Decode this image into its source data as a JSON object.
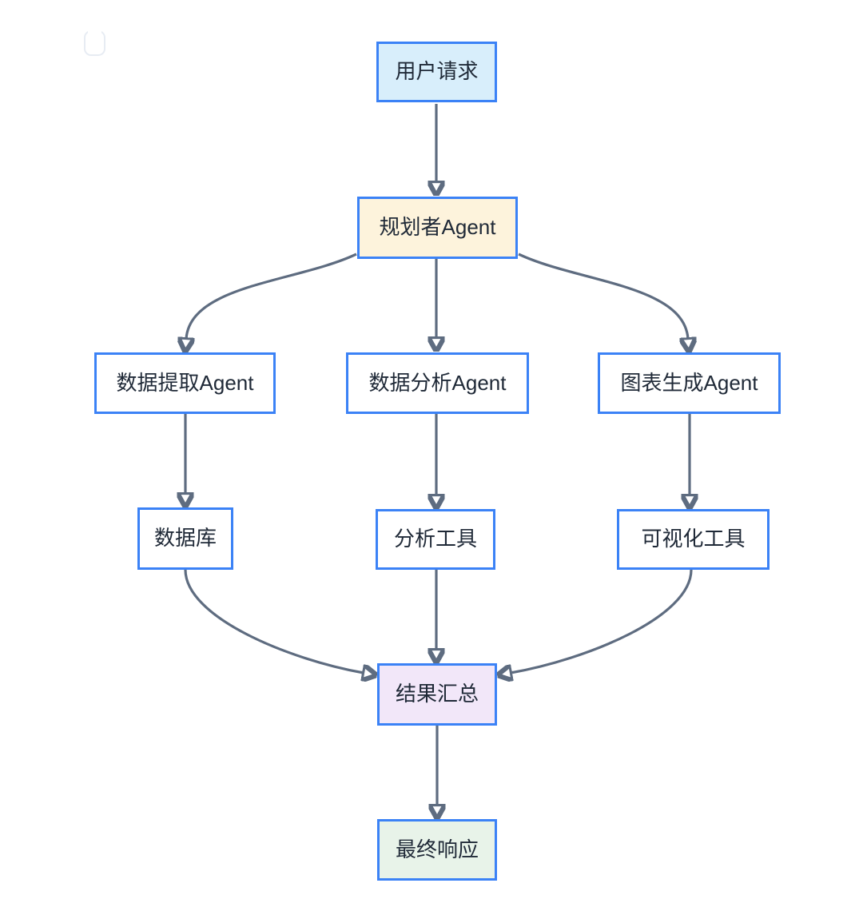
{
  "diagram": {
    "type": "flowchart",
    "direction": "top-down",
    "nodes": [
      {
        "id": "user-request",
        "label": "用户请求",
        "fill": "#d8eefb"
      },
      {
        "id": "planner-agent",
        "label": "规划者Agent",
        "fill": "#fdf3dc"
      },
      {
        "id": "data-extraction-agent",
        "label": "数据提取Agent",
        "fill": "#ffffff"
      },
      {
        "id": "data-analysis-agent",
        "label": "数据分析Agent",
        "fill": "#ffffff"
      },
      {
        "id": "chart-generation-agent",
        "label": "图表生成Agent",
        "fill": "#ffffff"
      },
      {
        "id": "database",
        "label": "数据库",
        "fill": "#ffffff"
      },
      {
        "id": "analysis-tools",
        "label": "分析工具",
        "fill": "#ffffff"
      },
      {
        "id": "visualization-tools",
        "label": "可视化工具",
        "fill": "#ffffff"
      },
      {
        "id": "result-summary",
        "label": "结果汇总",
        "fill": "#f2e7f9"
      },
      {
        "id": "final-response",
        "label": "最终响应",
        "fill": "#e8f3e9"
      }
    ],
    "edges": [
      {
        "from": "user-request",
        "to": "planner-agent"
      },
      {
        "from": "planner-agent",
        "to": "data-extraction-agent"
      },
      {
        "from": "planner-agent",
        "to": "data-analysis-agent"
      },
      {
        "from": "planner-agent",
        "to": "chart-generation-agent"
      },
      {
        "from": "data-extraction-agent",
        "to": "database"
      },
      {
        "from": "data-analysis-agent",
        "to": "analysis-tools"
      },
      {
        "from": "chart-generation-agent",
        "to": "visualization-tools"
      },
      {
        "from": "database",
        "to": "result-summary"
      },
      {
        "from": "analysis-tools",
        "to": "result-summary"
      },
      {
        "from": "visualization-tools",
        "to": "result-summary"
      },
      {
        "from": "result-summary",
        "to": "final-response"
      }
    ],
    "colors": {
      "node_border": "#3b82f6",
      "edge_stroke": "#5e6c80",
      "text": "#1f2937",
      "fill_user_request": "#d8eefb",
      "fill_planner": "#fdf3dc",
      "fill_result_summary": "#f2e7f9",
      "fill_final_response": "#e8f3e9",
      "background": "#ffffff"
    }
  }
}
